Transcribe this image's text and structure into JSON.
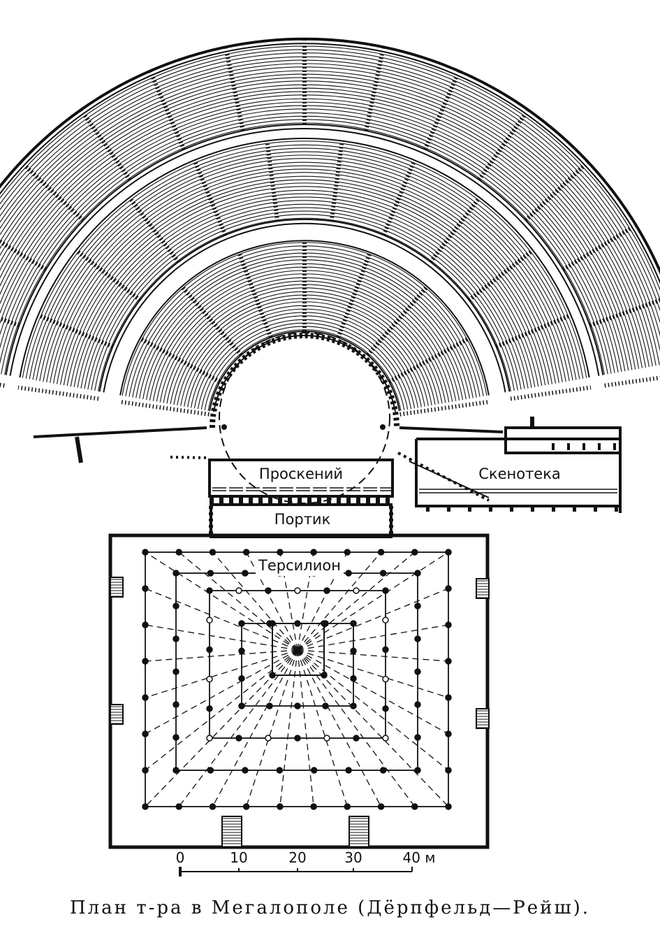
{
  "labels": {
    "proskenion": "Проскений",
    "skenotheke": "Скенотека",
    "portico": "Портик",
    "thersilion": "Терсилион"
  },
  "scale": {
    "ticks": [
      "0",
      "10",
      "20",
      "30",
      "40 м"
    ]
  },
  "caption": "План т-ра в Мегалополе (Дёрпфельд—Рейш)."
}
